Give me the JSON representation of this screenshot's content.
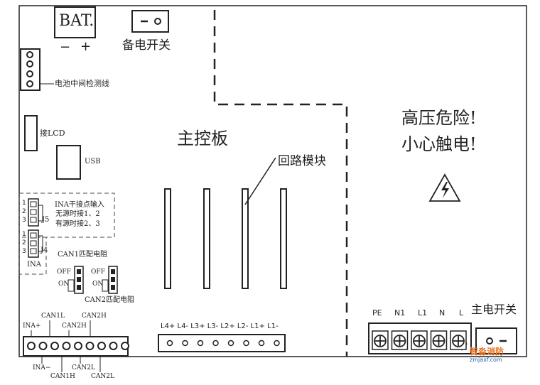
{
  "battery": {
    "label": "BAT.",
    "minus": "−",
    "plus": "+"
  },
  "backup_switch": {
    "label": "备电开关"
  },
  "battery_mid_detect": {
    "label": "电池中间检测线"
  },
  "lcd": {
    "label": "接LCD"
  },
  "usb": {
    "label": "USB"
  },
  "main_board": {
    "label": "主控板"
  },
  "loop_module": {
    "label": "回路模块"
  },
  "warning": {
    "line1": "高压危险!",
    "line2": "小心触电!"
  },
  "j5": {
    "name": "J5",
    "pins": [
      "1",
      "2",
      "3"
    ],
    "desc_line1": "INA干接点输入",
    "desc_line2": "无源时接1、2",
    "desc_line3": "有源时接2、3"
  },
  "j4": {
    "name": "J4",
    "pins": [
      "1",
      "2",
      "3"
    ],
    "group": "INA"
  },
  "can1_term": {
    "label": "CAN1匹配电阻",
    "off": "OFF",
    "on": "ON"
  },
  "can2_term": {
    "label": "CAN2匹配电阻",
    "off": "OFF",
    "on": "ON"
  },
  "bottom_left_terminal": {
    "top_labels": [
      "INA+",
      "CAN1L",
      "CAN2H",
      "CAN2H"
    ],
    "bottom_labels": [
      "INA−",
      "CAN1H",
      "CAN2L",
      "CAN2L"
    ]
  },
  "loop_terminal": {
    "label": "L4+ L4- L3+ L3- L2+ L2- L1+ L1-"
  },
  "power_terminal": {
    "labels": [
      "PE",
      "N1",
      "L1",
      "N",
      "L"
    ]
  },
  "main_switch": {
    "label": "主电开关"
  },
  "watermark": {
    "name": "智淼消防",
    "url": "zmjaxf.com"
  }
}
